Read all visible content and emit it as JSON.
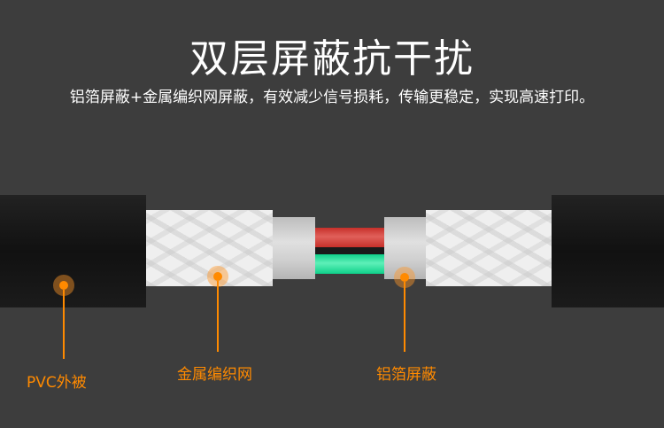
{
  "title": "双层屏蔽抗干扰",
  "subtitle": "铝箔屏蔽+金属编织网屏蔽，有效减少信号损耗，传输更稳定，实现高速打印。",
  "labels": {
    "jacket": "PVC外被",
    "braid": "金属编织网",
    "foil": "铝箔屏蔽"
  },
  "colors": {
    "background": "#3d3d3d",
    "accent": "#ff8a00",
    "wire_red": "#d23a32",
    "wire_green": "#12d68c"
  }
}
